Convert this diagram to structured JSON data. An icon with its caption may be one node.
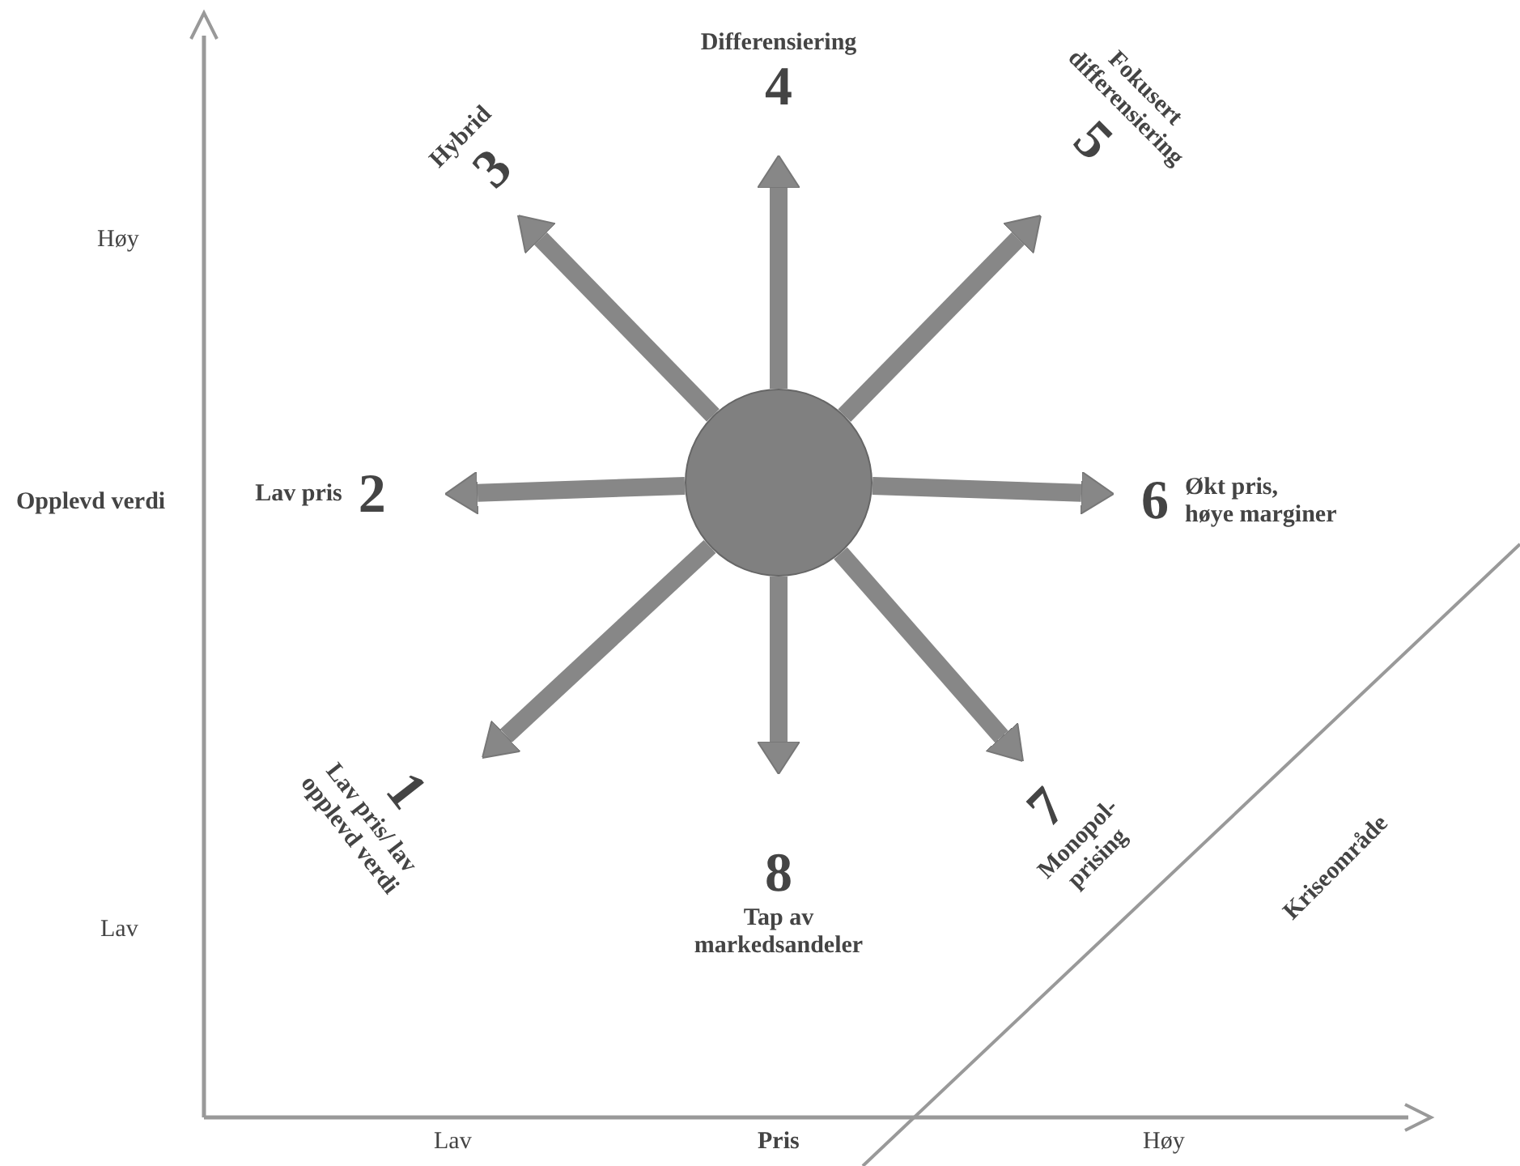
{
  "diagram": {
    "nodes": [
      {
        "text": [],
        "shape": "circle"
      },
      {
        "text": [
          "1",
          "Lav pris/ lav opplevd verdi"
        ]
      },
      {
        "text": [
          "Lav pris",
          "2"
        ]
      },
      {
        "text": [
          "Hybrid",
          "3"
        ]
      },
      {
        "text": [
          "Differensiering",
          "4"
        ]
      },
      {
        "text": [
          "Fokusert differensiering",
          "5"
        ]
      },
      {
        "text": [
          "6",
          "Økt pris, høye marginer"
        ]
      },
      {
        "text": [
          "7",
          "Monopol-prising"
        ]
      },
      {
        "text": [
          "8",
          "Tap av markedsandeler"
        ]
      }
    ],
    "edges": [
      {
        "from": 0,
        "to": 1,
        "arrow": "to"
      },
      {
        "from": 0,
        "to": 2,
        "arrow": "to"
      },
      {
        "from": 0,
        "to": 3,
        "arrow": "to"
      },
      {
        "from": 0,
        "to": 4,
        "arrow": "to"
      },
      {
        "from": 0,
        "to": 5,
        "arrow": "to"
      },
      {
        "from": 0,
        "to": 6,
        "arrow": "to"
      },
      {
        "from": 0,
        "to": 7,
        "arrow": "to"
      },
      {
        "from": 0,
        "to": 8,
        "arrow": "to"
      }
    ],
    "labels": [
      "Høy",
      "Opplevd verdi",
      "Lav",
      "Kriseområde",
      "Lav",
      "Pris",
      "Høy"
    ]
  }
}
